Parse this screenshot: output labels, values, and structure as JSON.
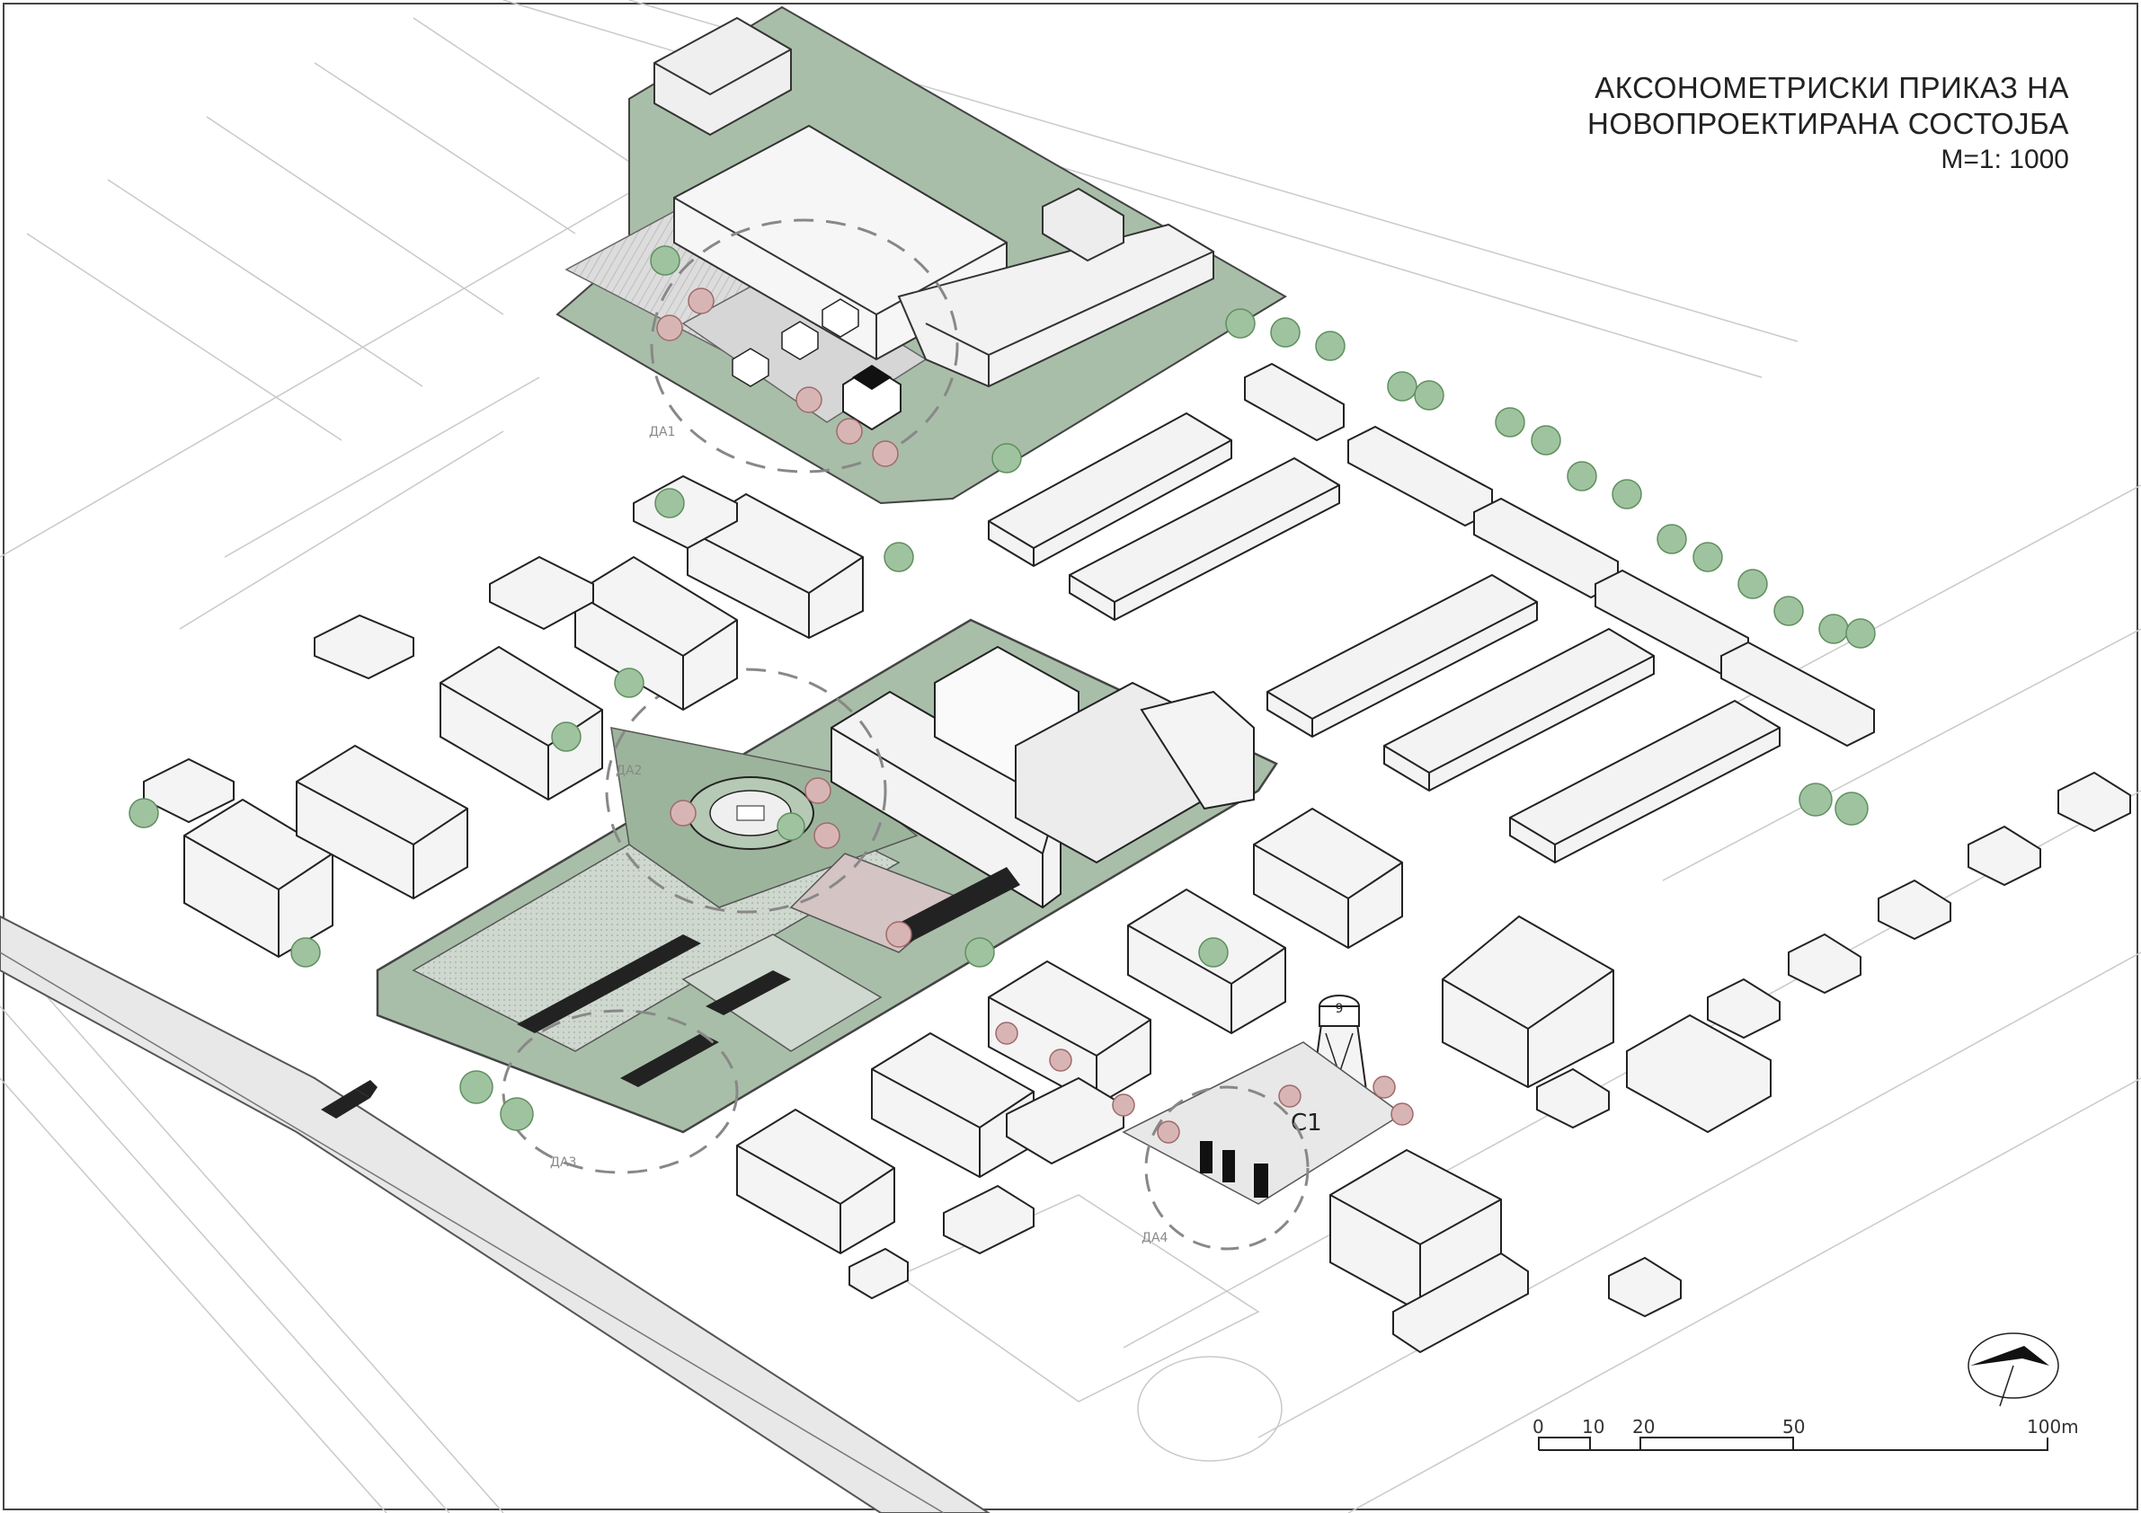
{
  "title": {
    "line1": "АКСОНОМЕТРИСКИ ПРИКАЗ НА",
    "line2": "НОВОПРОЕКТИРАНА СОСТОЈБА",
    "scale": "M=1: 1000"
  },
  "area_labels": {
    "da1": "ДА1",
    "da2": "ДА2",
    "da3": "ДА3",
    "da4": "ДА4",
    "c1": "C1",
    "tower_number": "9"
  },
  "scale_bar": {
    "ticks": [
      "0",
      "10",
      "20",
      "50",
      "100m"
    ]
  },
  "colors": {
    "green_area": "#b9cbb9",
    "green_dark": "#9fb59f",
    "roof": "#ffffff",
    "wall": "#e4e4e4",
    "wall_dark": "#cfcfcf",
    "road": "#d6d6d6",
    "line": "#333333",
    "tree_green": "#7fae7f",
    "tree_red": "#b07070"
  }
}
